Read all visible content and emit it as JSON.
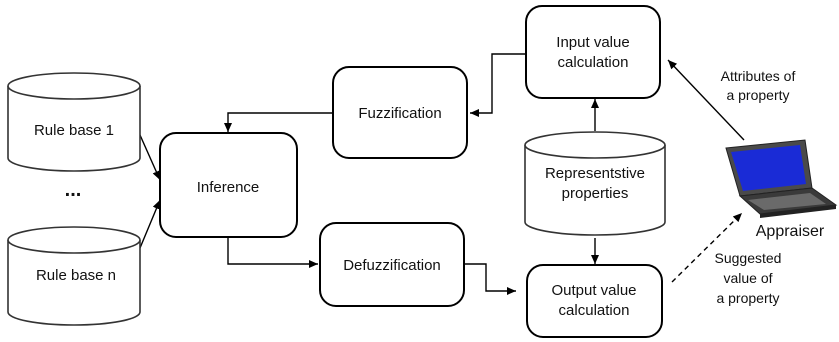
{
  "nodes": {
    "rule_base_1": "Rule base 1",
    "ellipsis": "...",
    "rule_base_n": "Rule base n",
    "inference": "Inference",
    "fuzzification": "Fuzzification",
    "defuzzification": "Defuzzification",
    "input_value_line1": "Input value",
    "input_value_line2": "calculation",
    "representative_line1": "Representstive",
    "representative_line2": "properties",
    "output_value_line1": "Output value",
    "output_value_line2": "calculation",
    "appraiser": "Appraiser"
  },
  "annotations": {
    "attributes_line1": "Attributes of",
    "attributes_line2": "a property",
    "suggested_line1": "Suggested",
    "suggested_line2": "value of",
    "suggested_line3": "a property"
  },
  "colors": {
    "stroke": "#000000",
    "screen": "#1a2bd6",
    "laptop_body": "#3a3a3a"
  },
  "icons": [
    "laptop-icon"
  ]
}
